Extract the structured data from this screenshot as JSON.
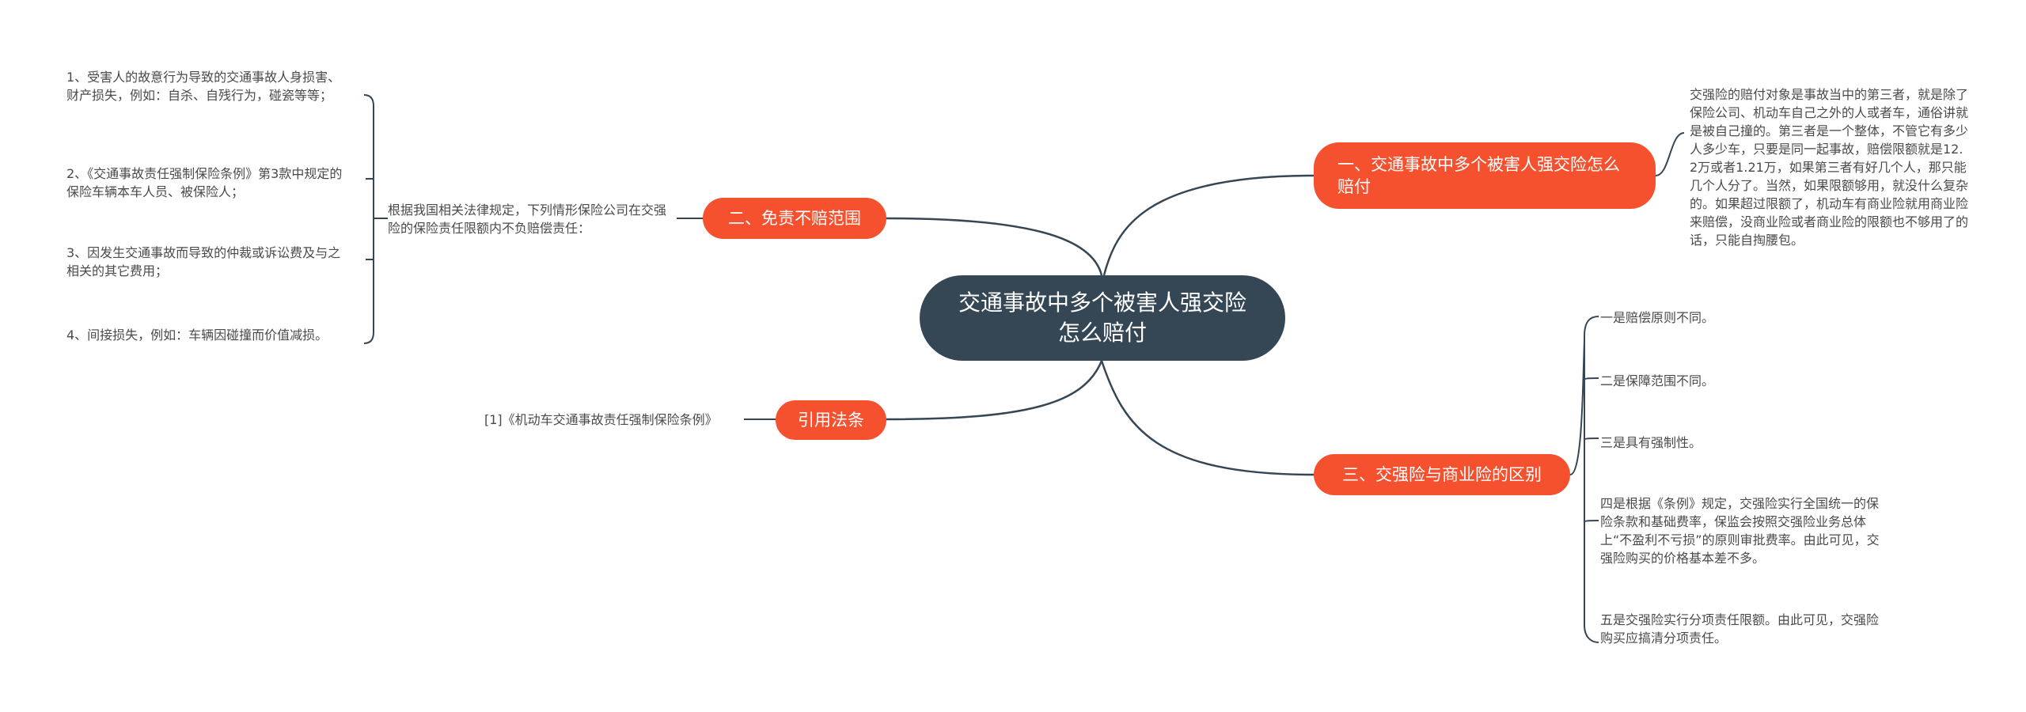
{
  "root": {
    "label": "交通事故中多个被害人强交险怎么赔付"
  },
  "branches": {
    "b1": {
      "label": "一、交通事故中多个被害人强交险怎么赔付",
      "detail": "交强险的赔付对象是事故当中的第三者，就是除了保险公司、机动车自己之外的人或者车，通俗讲就是被自己撞的。第三者是一个整体，不管它有多少人多少车，只要是同一起事故，赔偿限额就是12.2万或者1.21万，如果第三者有好几个人，那只能几个人分了。当然，如果限额够用，就没什么复杂的。如果超过限额了，机动车有商业险就用商业险来赔偿，没商业险或者商业险的限额也不够用了的话，只能自掏腰包。"
    },
    "b2": {
      "label": "二、免责不赔范围",
      "intro": "根据我国相关法律规定，下列情形保险公司在交强险的保险责任限额内不负赔偿责任：",
      "items": [
        "1、受害人的故意行为导致的交通事故人身损害、财产损失，例如：自杀、自残行为，碰瓷等等；",
        "2、《交通事故责任强制保险条例》第3款中规定的保险车辆本车人员、被保险人；",
        "3、因发生交通事故而导致的仲裁或诉讼费及与之相关的其它费用；",
        "4、间接损失，例如：车辆因碰撞而价值减损。"
      ]
    },
    "b3": {
      "label": "三、交强险与商业险的区别",
      "items": [
        "一是赔偿原则不同。",
        "二是保障范围不同。",
        "三是具有强制性。",
        "四是根据《条例》规定，交强险实行全国统一的保险条款和基础费率，保监会按照交强险业务总体上“不盈利不亏损”的原则审批费率。由此可见，交强险购买的价格基本差不多。",
        "五是交强险实行分项责任限额。由此可见，交强险购买应搞清分项责任。"
      ]
    },
    "b4": {
      "label": "引用法条",
      "items": [
        "[1]《机动车交通事故责任强制保险条例》"
      ]
    }
  }
}
